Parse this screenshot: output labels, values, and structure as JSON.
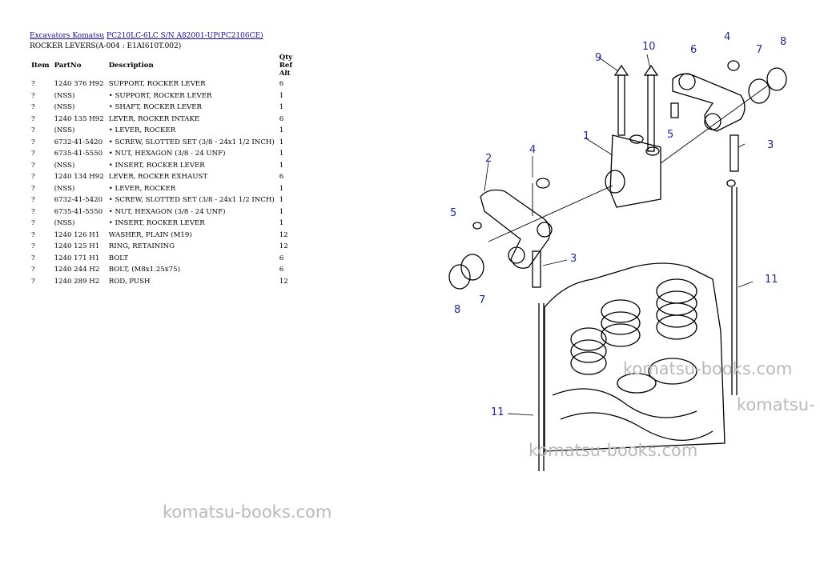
{
  "breadcrumb": {
    "link1": "Excavators Komatsu",
    "link2": "PC210LC-6LC S/N A82001-UP(PC2106CE)"
  },
  "subtitle": "ROCKER LEVERS(A-004 : E1AI610T.002)",
  "columns": [
    "Item",
    "PartNo",
    "Description",
    "Qty Ref Alt"
  ],
  "rows": [
    {
      "item": "?",
      "part": "1240 376 H92",
      "desc": "SUPPORT, ROCKER LEVER",
      "qty": "6"
    },
    {
      "item": "?",
      "part": "(NSS)",
      "desc": "• SUPPORT, ROCKER LEVER",
      "qty": "1"
    },
    {
      "item": "?",
      "part": "(NSS)",
      "desc": "• SHAFT, ROCKER LEVER",
      "qty": "1"
    },
    {
      "item": "?",
      "part": "1240 135 H92",
      "desc": "LEVER, ROCKER INTAKE",
      "qty": "6"
    },
    {
      "item": "?",
      "part": "(NSS)",
      "desc": "• LEVER, ROCKER",
      "qty": "1"
    },
    {
      "item": "?",
      "part": "6732-41-5420",
      "desc": "• SCREW, SLOTTED SET (3/8 - 24x1 1/2 INCH)",
      "qty": "1"
    },
    {
      "item": "?",
      "part": "6735-41-5550",
      "desc": "• NUT, HEXAGON (3/8 - 24 UNF)",
      "qty": "1"
    },
    {
      "item": "?",
      "part": "(NSS)",
      "desc": "• INSERT, ROCKER LEVER",
      "qty": "1"
    },
    {
      "item": "?",
      "part": "1240 134 H92",
      "desc": "LEVER, ROCKER EXHAUST",
      "qty": "6"
    },
    {
      "item": "?",
      "part": "(NSS)",
      "desc": "• LEVER, ROCKER",
      "qty": "1"
    },
    {
      "item": "?",
      "part": "6732-41-5420",
      "desc": "• SCREW, SLOTTED SET (3/8 - 24x1 1/2 INCH)",
      "qty": "1"
    },
    {
      "item": "?",
      "part": "6735-41-5550",
      "desc": "• NUT, HEXAGON (3/8 - 24 UNF)",
      "qty": "1"
    },
    {
      "item": "?",
      "part": "(NSS)",
      "desc": "• INSERT, ROCKER LEVER",
      "qty": "1"
    },
    {
      "item": "?",
      "part": "1240 126 H1",
      "desc": "WASHER, PLAIN (M19)",
      "qty": "12"
    },
    {
      "item": "?",
      "part": "1240 125 H1",
      "desc": "RING, RETAINING",
      "qty": "12"
    },
    {
      "item": "?",
      "part": "1240 171 H1",
      "desc": "BOLT",
      "qty": "6"
    },
    {
      "item": "?",
      "part": "1240 244 H2",
      "desc": "BOLT, (M8x1.25x75)",
      "qty": "6"
    },
    {
      "item": "?",
      "part": "1240 289 H2",
      "desc": "ROD, PUSH",
      "qty": "12"
    }
  ],
  "diagram": {
    "callouts": [
      "9",
      "10",
      "6",
      "4",
      "7",
      "8",
      "1",
      "5",
      "3",
      "2",
      "4",
      "5",
      "3",
      "7",
      "8",
      "11",
      "11"
    ]
  },
  "watermarks": [
    "komatsu-books.com",
    "komatsu-",
    "komatsu-books.com",
    "komatsu-books.com"
  ]
}
